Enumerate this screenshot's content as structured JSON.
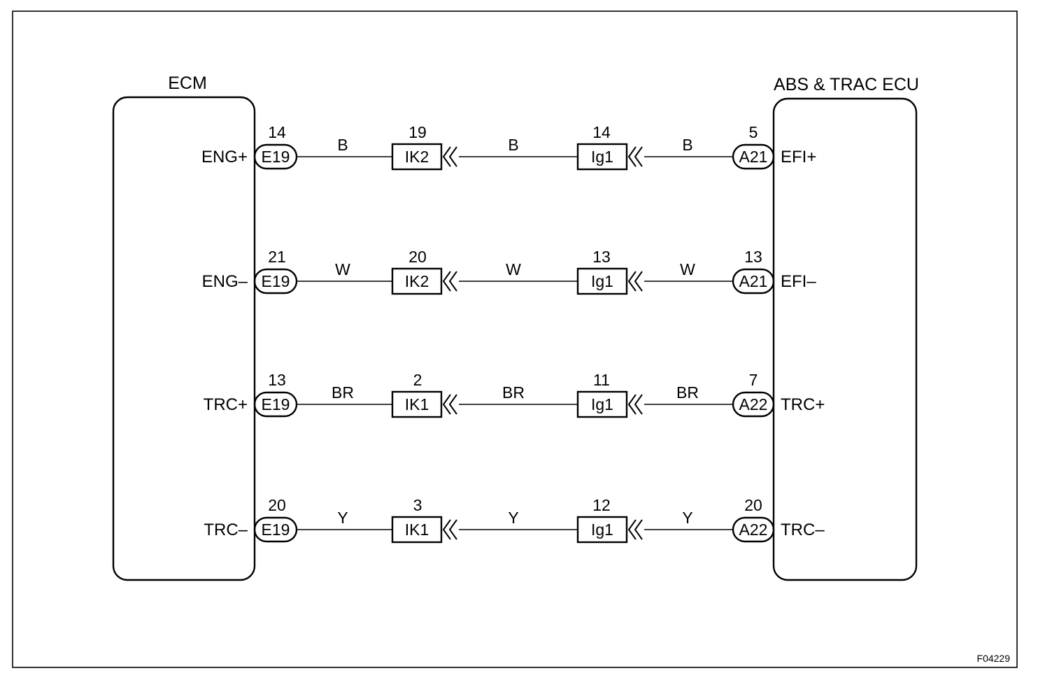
{
  "ecm": {
    "title": "ECM"
  },
  "abs_ecu": {
    "title": "ABS & TRAC ECU"
  },
  "figure_code": "F04229",
  "circuits": [
    {
      "ecm_pin": "14",
      "ecm_connector": "E19",
      "ecm_terminal": "ENG+",
      "wire_color_1": "B",
      "junction_1_pin": "19",
      "junction_1": "IK2",
      "wire_color_2": "B",
      "junction_2_pin": "14",
      "junction_2": "Ig1",
      "wire_color_3": "B",
      "ecu_pin": "5",
      "ecu_connector": "A21",
      "ecu_terminal": "EFI+"
    },
    {
      "ecm_pin": "21",
      "ecm_connector": "E19",
      "ecm_terminal": "ENG–",
      "wire_color_1": "W",
      "junction_1_pin": "20",
      "junction_1": "IK2",
      "wire_color_2": "W",
      "junction_2_pin": "13",
      "junction_2": "Ig1",
      "wire_color_3": "W",
      "ecu_pin": "13",
      "ecu_connector": "A21",
      "ecu_terminal": "EFI–"
    },
    {
      "ecm_pin": "13",
      "ecm_connector": "E19",
      "ecm_terminal": "TRC+",
      "wire_color_1": "BR",
      "junction_1_pin": "2",
      "junction_1": "IK1",
      "wire_color_2": "BR",
      "junction_2_pin": "11",
      "junction_2": "Ig1",
      "wire_color_3": "BR",
      "ecu_pin": "7",
      "ecu_connector": "A22",
      "ecu_terminal": "TRC+"
    },
    {
      "ecm_pin": "20",
      "ecm_connector": "E19",
      "ecm_terminal": "TRC–",
      "wire_color_1": "Y",
      "junction_1_pin": "3",
      "junction_1": "IK1",
      "wire_color_2": "Y",
      "junction_2_pin": "12",
      "junction_2": "Ig1",
      "wire_color_3": "Y",
      "ecu_pin": "20",
      "ecu_connector": "A22",
      "ecu_terminal": "TRC–"
    }
  ]
}
